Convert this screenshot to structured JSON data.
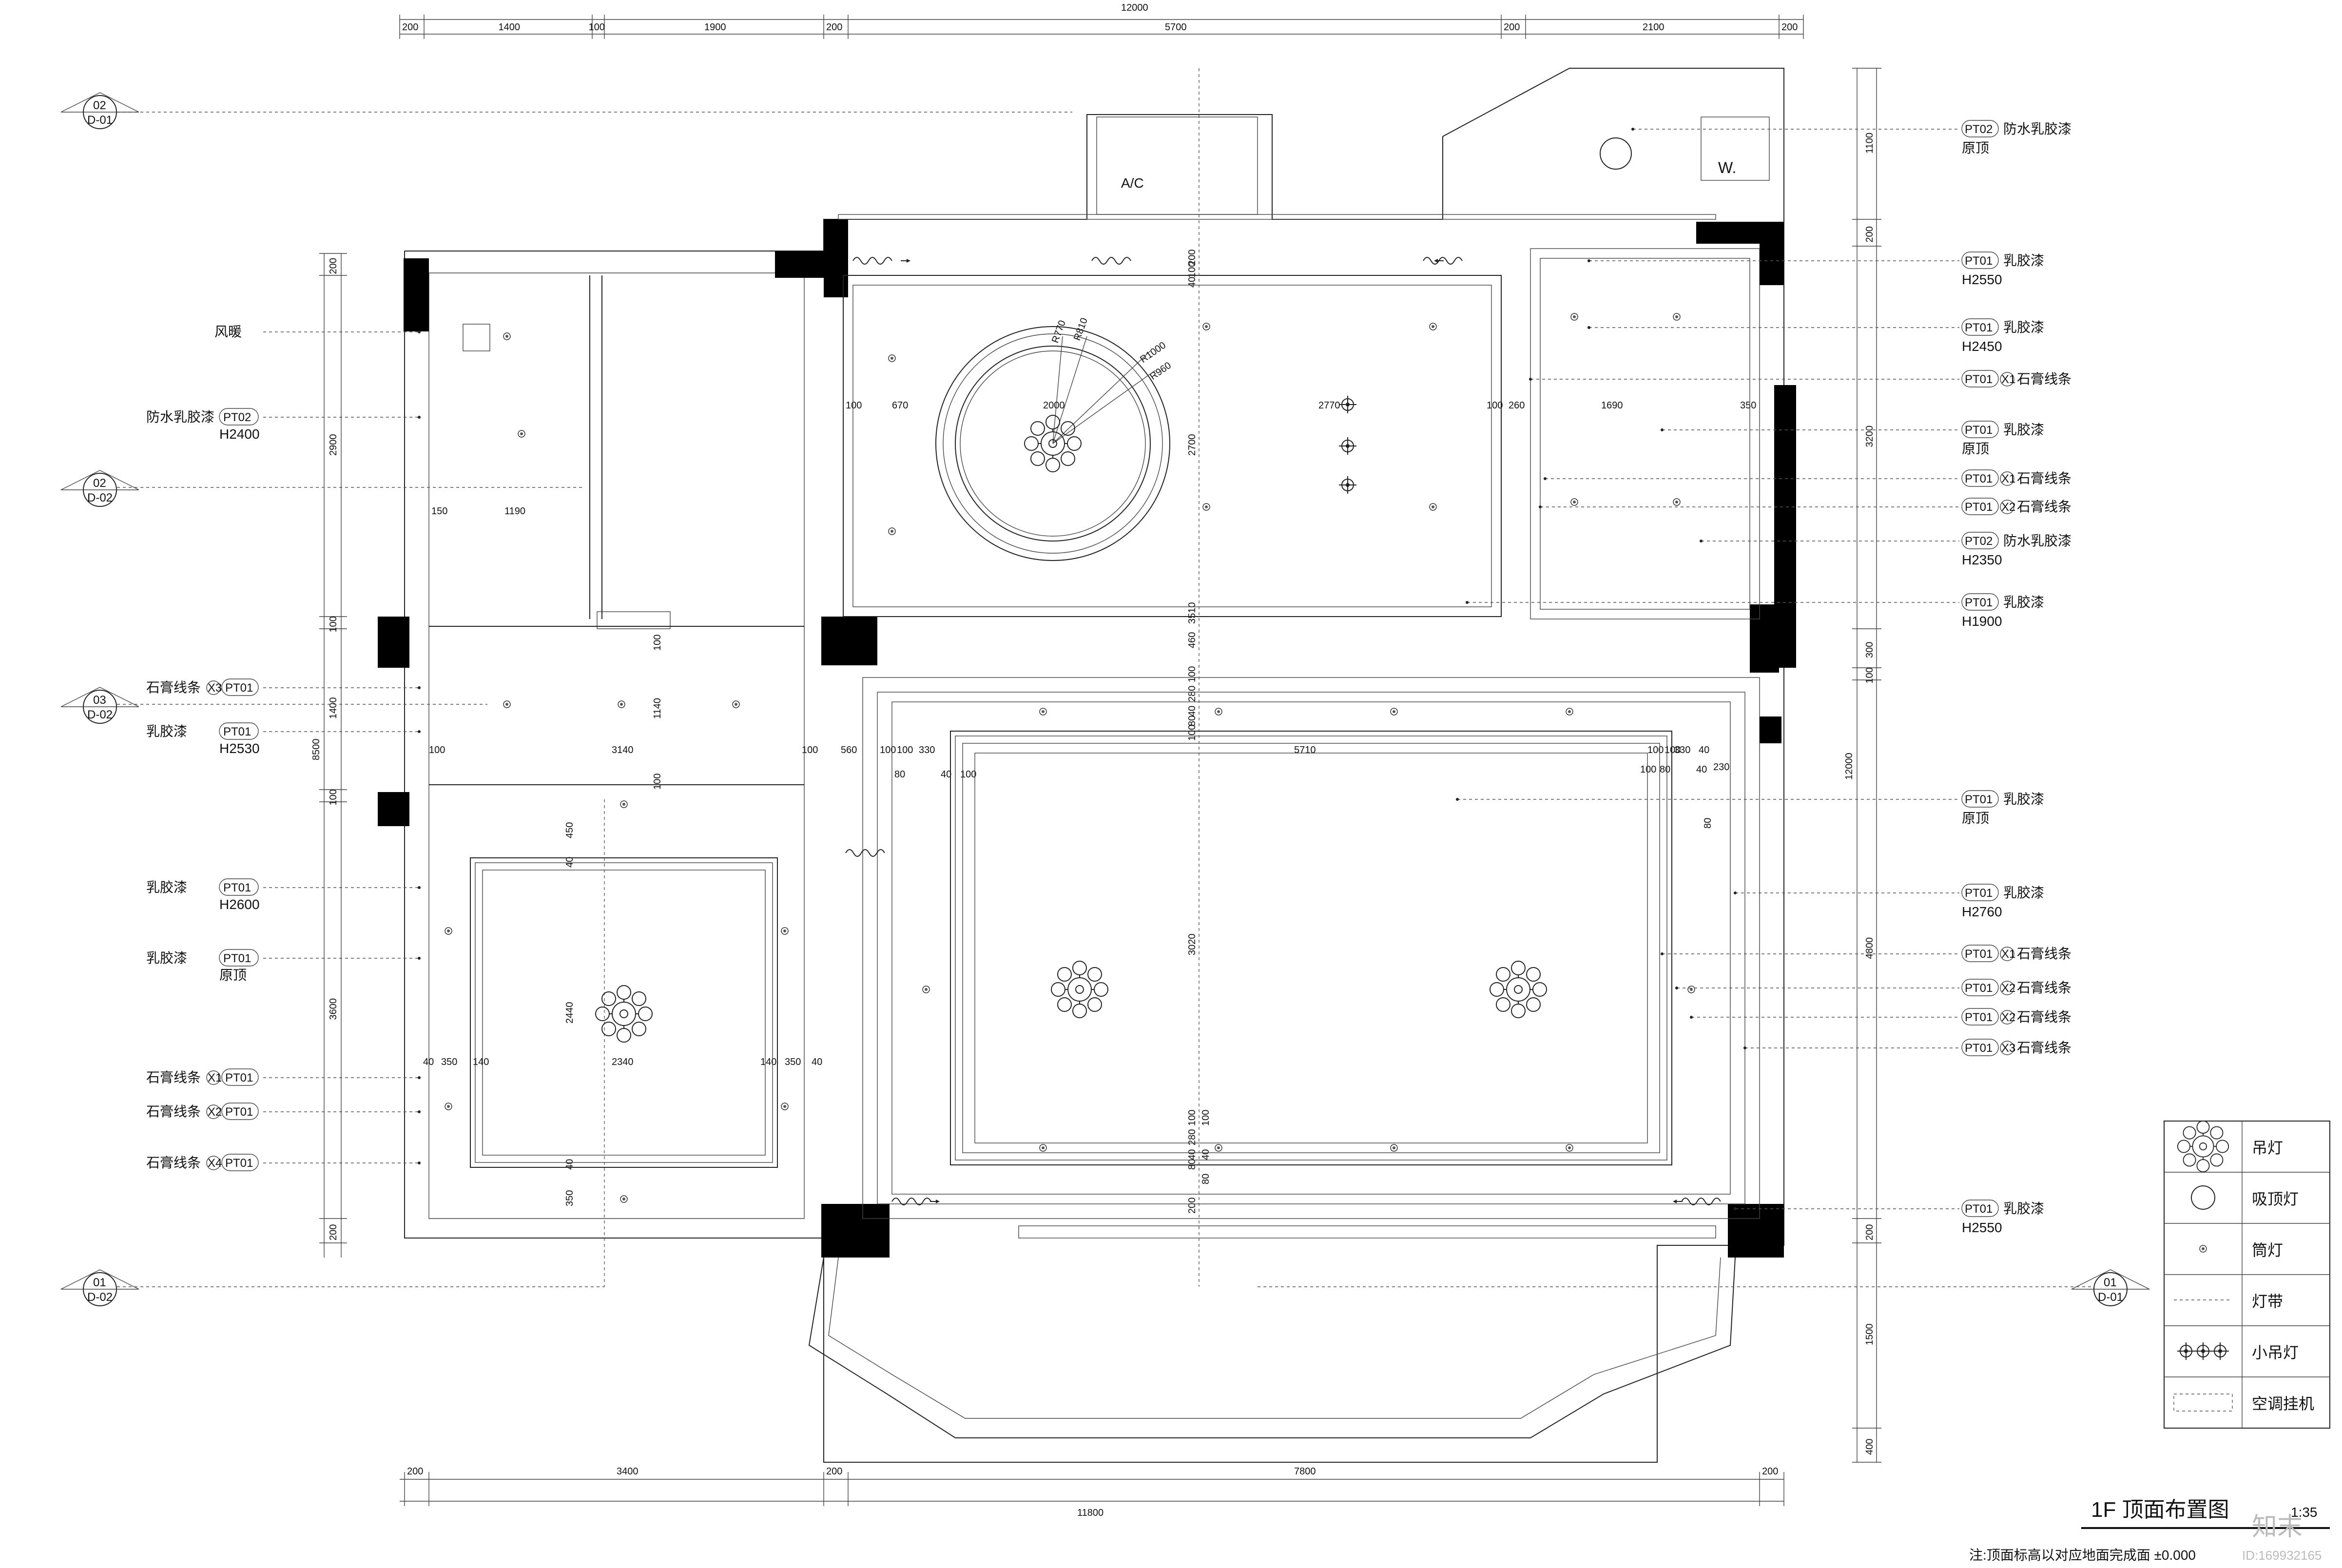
{
  "title": {
    "name": "1F  顶面布置图",
    "scale": "1:35",
    "note": "注:顶面标高以对应地面完成面 ±0.000"
  },
  "watermark": {
    "text": "知末",
    "id": "ID:169932165"
  },
  "dims": {
    "top_total": "12000",
    "top": [
      "200",
      "1400",
      "100",
      "1900",
      "200",
      "5700",
      "200",
      "2100",
      "200"
    ],
    "bottom": [
      "200",
      "3400",
      "200",
      "7800",
      "200"
    ],
    "bottom_total": "11800",
    "left_total": "8500",
    "left": [
      "200",
      "2900",
      "100",
      "1400",
      "100",
      "3600",
      "200"
    ],
    "right_total": "12000",
    "right": [
      "1100",
      "200",
      "3200",
      "300",
      "100",
      "4800",
      "200",
      "1500",
      "400"
    ]
  },
  "inner_dims": {
    "r770": "R770",
    "r810": "R810",
    "r1000": "R1000",
    "r960": "R960",
    "d100a": "100",
    "d670": "670",
    "d2000": "2000",
    "d2770": "2770",
    "d100b": "100",
    "d260": "260",
    "d1690": "1690",
    "d350a": "350",
    "v200a": "200",
    "v100a": "100",
    "v40a": "40",
    "v2700": "2700",
    "v3510": "3510",
    "v460": "460",
    "v100b": "100",
    "v280a": "280",
    "v40b": "40",
    "v80a": "80",
    "v100c": "100",
    "d150": "150",
    "d1190": "1190",
    "d100c": "100",
    "d3140": "3140",
    "d100d": "100",
    "d560": "560",
    "d100e": "100",
    "d100f": "100",
    "d330a": "330",
    "d5710": "5710",
    "d100g": "100",
    "d100h": "100",
    "d330b": "330",
    "d40c": "40",
    "d230": "230",
    "d80b": "80",
    "d40d": "40",
    "d100i": "100",
    "d100j": "100",
    "d80c": "80",
    "d40e": "40",
    "v100d": "100",
    "v1140": "1140",
    "v100e": "100",
    "v450": "450",
    "v40f": "40",
    "v2440": "2440",
    "v40g": "40",
    "v350b": "350",
    "d40h": "40",
    "d350c": "350",
    "d140a": "140",
    "d2340": "2340",
    "d140b": "140",
    "d350d": "350",
    "d40i": "40",
    "v3020": "3020",
    "v100f": "100",
    "v280b": "280",
    "v40j": "40",
    "v80d": "80",
    "v200b": "200",
    "v100g": "100",
    "v40k": "40",
    "v80e": "80",
    "v80f": "80"
  },
  "left_labels": [
    {
      "text": "风暖"
    },
    {
      "text": "防水乳胶漆",
      "tag": "PT02",
      "sub": "H2400"
    },
    {
      "text": "石膏线条",
      "x": "X3",
      "tag": "PT01"
    },
    {
      "text": "乳胶漆",
      "tag": "PT01",
      "sub": "H2530"
    },
    {
      "text": "乳胶漆",
      "tag": "PT01",
      "sub": "H2600"
    },
    {
      "text": "乳胶漆",
      "tag": "PT01",
      "sub": "原顶"
    },
    {
      "text": "石膏线条",
      "x": "X1",
      "tag": "PT01"
    },
    {
      "text": "石膏线条",
      "x": "X2",
      "tag": "PT01"
    },
    {
      "text": "石膏线条",
      "x": "X4",
      "tag": "PT01"
    }
  ],
  "right_labels": [
    {
      "tag": "PT02",
      "text": "防水乳胶漆",
      "sub": "原顶"
    },
    {
      "tag": "PT01",
      "text": "乳胶漆",
      "sub": "H2550"
    },
    {
      "tag": "PT01",
      "text": "乳胶漆",
      "sub": "H2450"
    },
    {
      "tag": "PT01",
      "x": "X1",
      "text": "石膏线条"
    },
    {
      "tag": "PT01",
      "text": "乳胶漆",
      "sub": "原顶"
    },
    {
      "tag": "PT01",
      "x": "X1",
      "text": "石膏线条"
    },
    {
      "tag": "PT01",
      "x": "X2",
      "text": "石膏线条"
    },
    {
      "tag": "PT02",
      "text": "防水乳胶漆",
      "sub": "H2350"
    },
    {
      "tag": "PT01",
      "text": "乳胶漆",
      "sub": "H1900"
    },
    {
      "tag": "PT01",
      "text": "乳胶漆",
      "sub": "原顶"
    },
    {
      "tag": "PT01",
      "text": "乳胶漆",
      "sub": "H2760"
    },
    {
      "tag": "PT01",
      "x": "X1",
      "text": "石膏线条"
    },
    {
      "tag": "PT01",
      "x": "X2",
      "text": "石膏线条"
    },
    {
      "tag": "PT01",
      "x": "X2",
      "text": "石膏线条"
    },
    {
      "tag": "PT01",
      "x": "X3",
      "text": "石膏线条"
    },
    {
      "tag": "PT01",
      "text": "乳胶漆",
      "sub": "H2550"
    }
  ],
  "section_markers": [
    {
      "num": "02",
      "ref": "D-01"
    },
    {
      "num": "02",
      "ref": "D-02"
    },
    {
      "num": "03",
      "ref": "D-02"
    },
    {
      "num": "01",
      "ref": "D-02"
    },
    {
      "num": "01",
      "ref": "D-01"
    }
  ],
  "room_marks": {
    "wc": "W.",
    "ac": "A/C"
  },
  "legend": [
    {
      "symbol": "chandelier-icon",
      "label": "吊灯"
    },
    {
      "symbol": "ceiling-light-icon",
      "label": "吸顶灯"
    },
    {
      "symbol": "downlight-icon",
      "label": "筒灯"
    },
    {
      "symbol": "light-strip-icon",
      "label": "灯带"
    },
    {
      "symbol": "small-pendant-icon",
      "label": "小吊灯"
    },
    {
      "symbol": "ac-unit-icon",
      "label": "空调挂机"
    }
  ]
}
